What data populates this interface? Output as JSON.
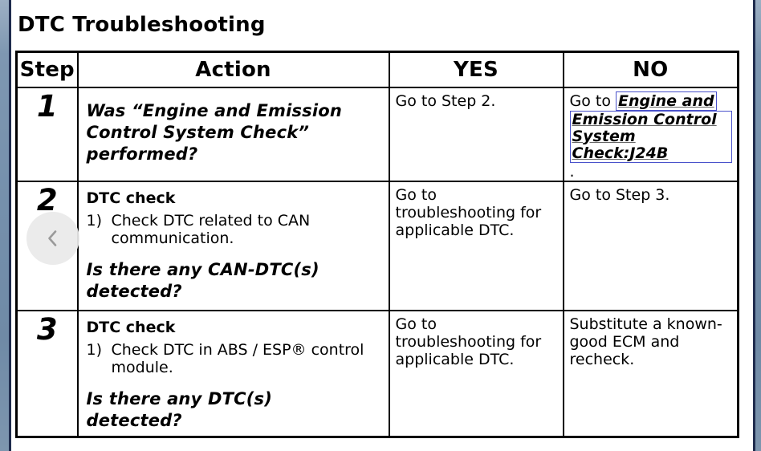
{
  "page": {
    "title": "DTC Troubleshooting"
  },
  "table": {
    "headers": [
      "Step",
      "Action",
      "YES",
      "NO"
    ],
    "rows": [
      {
        "step": "1",
        "question": "Was “Engine and Emission\nControl System Check”\nperformed?",
        "yes": "Go to Step 2.",
        "no_prefix": "Go to ",
        "no_link_line1": "Engine and",
        "no_link_line2": "Emission Control",
        "no_link_line3": "System Check:J24B",
        "no_suffix": "."
      },
      {
        "step": "2",
        "action_title": "DTC check",
        "item_marker": "1)",
        "item_text": "Check DTC related to CAN\ncommunication.",
        "question": "Is there any CAN-DTC(s)\ndetected?",
        "yes": "Go to\ntroubleshooting for\napplicable DTC.",
        "no": "Go to Step 3."
      },
      {
        "step": "3",
        "action_title": "DTC check",
        "item_marker": "1)",
        "item_text": "Check DTC in ABS / ESP® control\nmodule.",
        "question": "Is there any DTC(s)\ndetected?",
        "yes": "Go to\ntroubleshooting for\napplicable DTC.",
        "no": "Substitute a known-\ngood ECM and\nrecheck."
      }
    ]
  },
  "icons": {
    "prev": "chevron-left"
  },
  "colors": {
    "frame_blue": "#7590ac",
    "frame_navy": "#1f2c4e",
    "link_box_border": "#4a52cb",
    "table_border": "#000000",
    "prev_circle": "#e9e9e9",
    "prev_chevron": "#9a9a9a"
  }
}
